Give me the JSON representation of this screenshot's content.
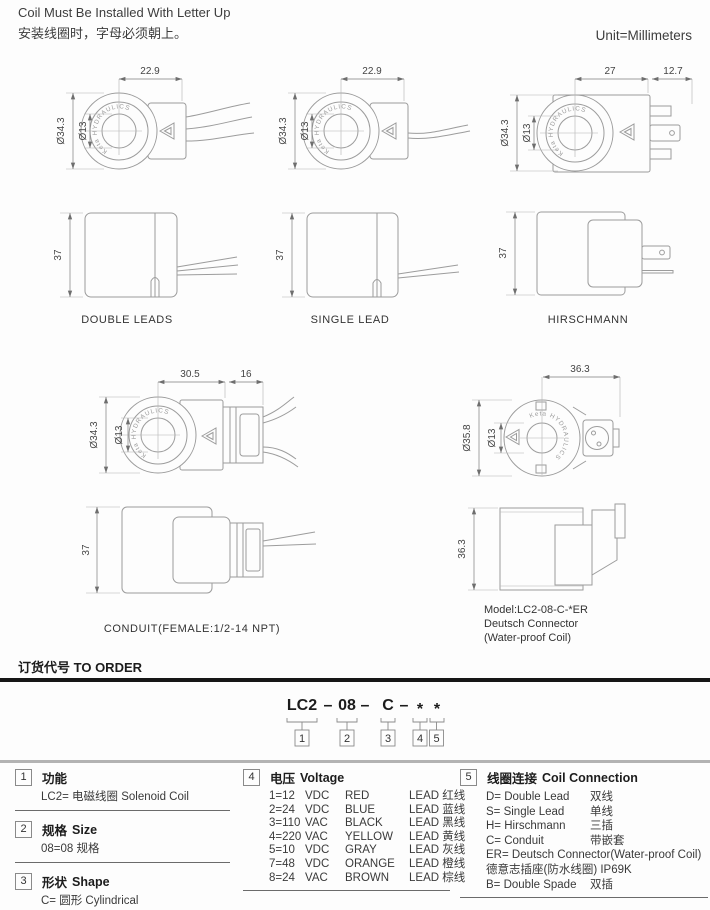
{
  "header": {
    "note_en": "Coil Must Be Installed With Letter Up",
    "note_zh": "安装线圈时，字母必须朝上。",
    "unit": "Unit=Millimeters"
  },
  "brand": "Keta HYDRAULICS",
  "drawings": {
    "double_leads": {
      "label": "DOUBLE LEADS",
      "dim_width": "22.9",
      "dim_od": "Ø34.3",
      "dim_id": "Ø13",
      "dim_height": "37"
    },
    "single_lead": {
      "label": "SINGLE LEAD",
      "dim_width": "22.9",
      "dim_od": "Ø34.3",
      "dim_id": "Ø13",
      "dim_height": "37"
    },
    "hirschmann": {
      "label": "HIRSCHMANN",
      "dim_width": "27",
      "dim_tab": "12.7",
      "dim_od": "Ø34.3",
      "dim_id": "Ø13",
      "dim_height": "37"
    },
    "conduit": {
      "label": "CONDUIT(FEMALE:1/2-14 NPT)",
      "dim_width": "30.5",
      "dim_tab": "16",
      "dim_od": "Ø34.3",
      "dim_id": "Ø13",
      "dim_height": "37"
    },
    "deutsch": {
      "dim_width": "36.3",
      "dim_od": "Ø35.8",
      "dim_id": "Ø13",
      "dim_height": "36.3",
      "model": [
        "Model:LC2-08-C-*ER",
        "Deutsch Connector",
        "(Water-proof Coil)"
      ]
    }
  },
  "order": {
    "title_zh": "订货代号",
    "title_en": "TO ORDER",
    "code_segments": [
      "LC2",
      "–",
      "08",
      "–",
      "C",
      "–",
      "*",
      "*"
    ],
    "position_labels": [
      "1",
      "2",
      "3",
      "4",
      "5"
    ]
  },
  "specs": [
    {
      "num": "1",
      "title": "功能",
      "title_en": "",
      "content": "LC2= 电磁线圈 Solenoid Coil"
    },
    {
      "num": "2",
      "title": "规格",
      "title_en": "Size",
      "content": "08=08 规格"
    },
    {
      "num": "3",
      "title": "形状",
      "title_en": "Shape",
      "content": "C= 圆形 Cylindrical"
    },
    {
      "num": "4",
      "title": "电压",
      "title_en": "Voltage",
      "rows": [
        {
          "a": "1=12",
          "u": "VDC",
          "b": "RED",
          "c": "LEAD 红线"
        },
        {
          "a": "2=24",
          "u": "VDC",
          "b": "BLUE",
          "c": "LEAD 蓝线"
        },
        {
          "a": "3=110",
          "u": "VAC",
          "b": "BLACK",
          "c": "LEAD 黑线"
        },
        {
          "a": "4=220",
          "u": "VAC",
          "b": "YELLOW",
          "c": "LEAD 黄线"
        },
        {
          "a": "5=10",
          "u": "VDC",
          "b": "GRAY",
          "c": "LEAD 灰线"
        },
        {
          "a": "7=48",
          "u": "VDC",
          "b": "ORANGE",
          "c": "LEAD 橙线"
        },
        {
          "a": "8=24",
          "u": "VAC",
          "b": "BROWN",
          "c": "LEAD 棕线"
        }
      ]
    },
    {
      "num": "5",
      "title": "线圈连接",
      "title_en": "Coil Connection",
      "rows": [
        {
          "a": "D= Double Lead",
          "b": "双线"
        },
        {
          "a": "S= Single Lead",
          "b": "单线"
        },
        {
          "a": "H= Hirschmann",
          "b": "三插"
        },
        {
          "a": "C= Conduit",
          "b": "带嵌套"
        },
        {
          "a": "ER= Deutsch Connector(Water-proof Coil)",
          "b": ""
        },
        {
          "a": "德意志插座(防水线圈) IP69K",
          "b": ""
        },
        {
          "a": "B= Double Spade",
          "b": "双插"
        }
      ]
    }
  ]
}
